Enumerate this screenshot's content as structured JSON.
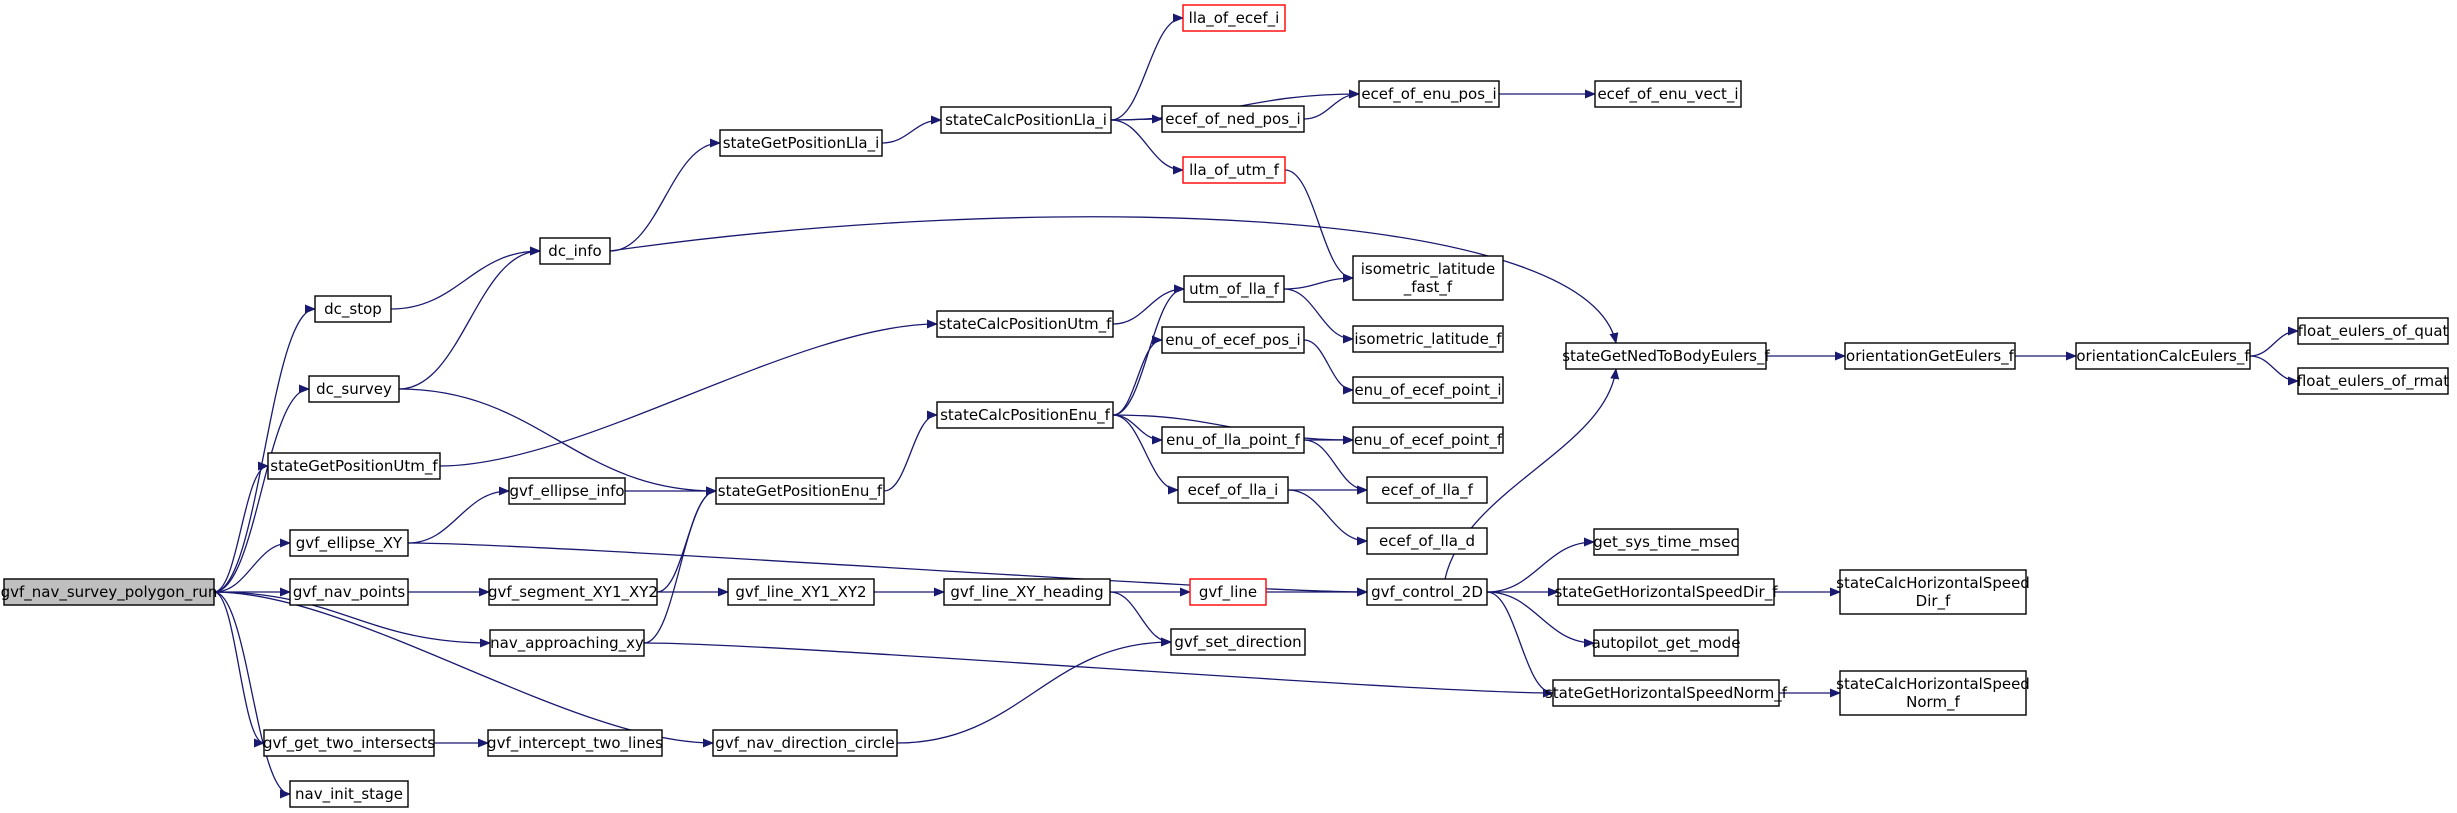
{
  "nodes": [
    {
      "id": "root",
      "lines": [
        "gvf_nav_survey_polygon_run"
      ],
      "style": "root"
    },
    {
      "id": "dc_stop",
      "lines": [
        "dc_stop"
      ]
    },
    {
      "id": "dc_survey",
      "lines": [
        "dc_survey"
      ]
    },
    {
      "id": "stateGetPositionUtm_f",
      "lines": [
        "stateGetPositionUtm_f"
      ]
    },
    {
      "id": "gvf_ellipse_XY",
      "lines": [
        "gvf_ellipse_XY"
      ]
    },
    {
      "id": "gvf_nav_points",
      "lines": [
        "gvf_nav_points"
      ]
    },
    {
      "id": "nav_approaching_xy",
      "lines": [
        "nav_approaching_xy"
      ]
    },
    {
      "id": "gvf_get_two_intersects",
      "lines": [
        "gvf_get_two_intersects"
      ]
    },
    {
      "id": "nav_init_stage",
      "lines": [
        "nav_init_stage"
      ]
    },
    {
      "id": "dc_info",
      "lines": [
        "dc_info"
      ]
    },
    {
      "id": "stateGetPositionLla_i",
      "lines": [
        "stateGetPositionLla_i"
      ]
    },
    {
      "id": "stateCalcPositionLla_i",
      "lines": [
        "stateCalcPositionLla_i"
      ]
    },
    {
      "id": "lla_of_ecef_i",
      "lines": [
        "lla_of_ecef_i"
      ],
      "style": "red"
    },
    {
      "id": "ecef_of_enu_pos_i",
      "lines": [
        "ecef_of_enu_pos_i"
      ]
    },
    {
      "id": "ecef_of_enu_vect_i",
      "lines": [
        "ecef_of_enu_vect_i"
      ]
    },
    {
      "id": "ecef_of_ned_pos_i",
      "lines": [
        "ecef_of_ned_pos_i"
      ]
    },
    {
      "id": "lla_of_utm_f",
      "lines": [
        "lla_of_utm_f"
      ],
      "style": "red"
    },
    {
      "id": "isometric_latitude_fast_f",
      "lines": [
        "isometric_latitude",
        "_fast_f"
      ]
    },
    {
      "id": "isometric_latitude_f",
      "lines": [
        "isometric_latitude_f"
      ]
    },
    {
      "id": "stateCalcPositionUtm_f",
      "lines": [
        "stateCalcPositionUtm_f"
      ]
    },
    {
      "id": "utm_of_lla_f",
      "lines": [
        "utm_of_lla_f"
      ]
    },
    {
      "id": "enu_of_ecef_pos_i",
      "lines": [
        "enu_of_ecef_pos_i"
      ]
    },
    {
      "id": "enu_of_ecef_point_i",
      "lines": [
        "enu_of_ecef_point_i"
      ]
    },
    {
      "id": "stateCalcPositionEnu_f",
      "lines": [
        "stateCalcPositionEnu_f"
      ]
    },
    {
      "id": "enu_of_ecef_point_f",
      "lines": [
        "enu_of_ecef_point_f"
      ]
    },
    {
      "id": "enu_of_lla_point_f",
      "lines": [
        "enu_of_lla_point_f"
      ]
    },
    {
      "id": "ecef_of_lla_f",
      "lines": [
        "ecef_of_lla_f"
      ]
    },
    {
      "id": "ecef_of_lla_i",
      "lines": [
        "ecef_of_lla_i"
      ]
    },
    {
      "id": "ecef_of_lla_d",
      "lines": [
        "ecef_of_lla_d"
      ]
    },
    {
      "id": "gvf_ellipse_info",
      "lines": [
        "gvf_ellipse_info"
      ]
    },
    {
      "id": "stateGetPositionEnu_f",
      "lines": [
        "stateGetPositionEnu_f"
      ]
    },
    {
      "id": "gvf_segment_XY1_XY2",
      "lines": [
        "gvf_segment_XY1_XY2"
      ]
    },
    {
      "id": "gvf_line_XY1_XY2",
      "lines": [
        "gvf_line_XY1_XY2"
      ]
    },
    {
      "id": "gvf_line_XY_heading",
      "lines": [
        "gvf_line_XY_heading"
      ]
    },
    {
      "id": "gvf_line",
      "lines": [
        "gvf_line"
      ],
      "style": "red"
    },
    {
      "id": "gvf_set_direction",
      "lines": [
        "gvf_set_direction"
      ]
    },
    {
      "id": "gvf_intercept_two_lines",
      "lines": [
        "gvf_intercept_two_lines"
      ]
    },
    {
      "id": "gvf_nav_direction_circle",
      "lines": [
        "gvf_nav_direction_circle"
      ]
    },
    {
      "id": "gvf_control_2D",
      "lines": [
        "gvf_control_2D"
      ]
    },
    {
      "id": "stateGetNedToBodyEulers_f",
      "lines": [
        "stateGetNedToBodyEulers_f"
      ]
    },
    {
      "id": "orientationGetEulers_f",
      "lines": [
        "orientationGetEulers_f"
      ]
    },
    {
      "id": "orientationCalcEulers_f",
      "lines": [
        "orientationCalcEulers_f"
      ]
    },
    {
      "id": "float_eulers_of_quat",
      "lines": [
        "float_eulers_of_quat"
      ]
    },
    {
      "id": "float_eulers_of_rmat",
      "lines": [
        "float_eulers_of_rmat"
      ]
    },
    {
      "id": "get_sys_time_msec",
      "lines": [
        "get_sys_time_msec"
      ]
    },
    {
      "id": "stateGetHorizontalSpeedDir_f",
      "lines": [
        "stateGetHorizontalSpeedDir_f"
      ]
    },
    {
      "id": "stateCalcHorizontalSpeedDir_f",
      "lines": [
        "stateCalcHorizontalSpeed",
        "Dir_f"
      ]
    },
    {
      "id": "autopilot_get_mode",
      "lines": [
        "autopilot_get_mode"
      ]
    },
    {
      "id": "stateGetHorizontalSpeedNorm_f",
      "lines": [
        "stateGetHorizontalSpeedNorm_f"
      ]
    },
    {
      "id": "stateCalcHorizontalSpeedNorm_f",
      "lines": [
        "stateCalcHorizontalSpeed",
        "Norm_f"
      ]
    }
  ],
  "edges": [
    [
      "root",
      "dc_stop"
    ],
    [
      "root",
      "dc_survey"
    ],
    [
      "root",
      "stateGetPositionUtm_f"
    ],
    [
      "root",
      "gvf_ellipse_XY"
    ],
    [
      "root",
      "gvf_nav_points"
    ],
    [
      "root",
      "nav_approaching_xy"
    ],
    [
      "root",
      "gvf_nav_direction_circle"
    ],
    [
      "root",
      "gvf_get_two_intersects"
    ],
    [
      "root",
      "nav_init_stage"
    ],
    [
      "dc_stop",
      "dc_info"
    ],
    [
      "dc_survey",
      "dc_info"
    ],
    [
      "dc_survey",
      "stateGetPositionEnu_f"
    ],
    [
      "dc_info",
      "stateGetPositionLla_i"
    ],
    [
      "dc_info",
      "stateGetNedToBodyEulers_f"
    ],
    [
      "stateGetPositionLla_i",
      "stateCalcPositionLla_i"
    ],
    [
      "stateCalcPositionLla_i",
      "lla_of_ecef_i"
    ],
    [
      "stateCalcPositionLla_i",
      "ecef_of_enu_pos_i"
    ],
    [
      "stateCalcPositionLla_i",
      "ecef_of_ned_pos_i"
    ],
    [
      "stateCalcPositionLla_i",
      "lla_of_utm_f"
    ],
    [
      "ecef_of_ned_pos_i",
      "ecef_of_enu_pos_i"
    ],
    [
      "ecef_of_enu_pos_i",
      "ecef_of_enu_vect_i"
    ],
    [
      "lla_of_utm_f",
      "isometric_latitude_fast_f"
    ],
    [
      "stateGetPositionUtm_f",
      "stateCalcPositionUtm_f"
    ],
    [
      "stateCalcPositionUtm_f",
      "utm_of_lla_f"
    ],
    [
      "utm_of_lla_f",
      "isometric_latitude_fast_f"
    ],
    [
      "utm_of_lla_f",
      "isometric_latitude_f"
    ],
    [
      "gvf_ellipse_XY",
      "gvf_ellipse_info"
    ],
    [
      "gvf_ellipse_XY",
      "gvf_control_2D"
    ],
    [
      "gvf_ellipse_info",
      "stateGetPositionEnu_f"
    ],
    [
      "stateGetPositionEnu_f",
      "stateCalcPositionEnu_f"
    ],
    [
      "stateCalcPositionEnu_f",
      "utm_of_lla_f"
    ],
    [
      "stateCalcPositionEnu_f",
      "enu_of_ecef_pos_i"
    ],
    [
      "stateCalcPositionEnu_f",
      "enu_of_ecef_point_f"
    ],
    [
      "stateCalcPositionEnu_f",
      "enu_of_lla_point_f"
    ],
    [
      "stateCalcPositionEnu_f",
      "ecef_of_lla_i"
    ],
    [
      "enu_of_ecef_pos_i",
      "enu_of_ecef_point_i"
    ],
    [
      "enu_of_lla_point_f",
      "enu_of_ecef_point_f"
    ],
    [
      "enu_of_lla_point_f",
      "ecef_of_lla_f"
    ],
    [
      "ecef_of_lla_i",
      "ecef_of_lla_f"
    ],
    [
      "ecef_of_lla_i",
      "ecef_of_lla_d"
    ],
    [
      "gvf_nav_points",
      "gvf_segment_XY1_XY2"
    ],
    [
      "gvf_segment_XY1_XY2",
      "stateGetPositionEnu_f"
    ],
    [
      "gvf_segment_XY1_XY2",
      "gvf_line_XY1_XY2"
    ],
    [
      "gvf_line_XY1_XY2",
      "gvf_line_XY_heading"
    ],
    [
      "gvf_line_XY_heading",
      "gvf_line"
    ],
    [
      "gvf_line_XY_heading",
      "gvf_set_direction"
    ],
    [
      "gvf_line",
      "gvf_control_2D"
    ],
    [
      "nav_approaching_xy",
      "stateGetPositionEnu_f"
    ],
    [
      "nav_approaching_xy",
      "stateGetHorizontalSpeedNorm_f"
    ],
    [
      "gvf_get_two_intersects",
      "gvf_intercept_two_lines"
    ],
    [
      "gvf_nav_direction_circle",
      "gvf_set_direction"
    ],
    [
      "gvf_control_2D",
      "stateGetNedToBodyEulers_f"
    ],
    [
      "gvf_control_2D",
      "get_sys_time_msec"
    ],
    [
      "gvf_control_2D",
      "stateGetHorizontalSpeedDir_f"
    ],
    [
      "gvf_control_2D",
      "autopilot_get_mode"
    ],
    [
      "gvf_control_2D",
      "stateGetHorizontalSpeedNorm_f"
    ],
    [
      "stateGetNedToBodyEulers_f",
      "orientationGetEulers_f"
    ],
    [
      "orientationGetEulers_f",
      "orientationCalcEulers_f"
    ],
    [
      "orientationCalcEulers_f",
      "float_eulers_of_quat"
    ],
    [
      "orientationCalcEulers_f",
      "float_eulers_of_rmat"
    ],
    [
      "stateGetHorizontalSpeedDir_f",
      "stateCalcHorizontalSpeedDir_f"
    ],
    [
      "stateGetHorizontalSpeedNorm_f",
      "stateCalcHorizontalSpeedNorm_f"
    ]
  ],
  "colors": {
    "edge": "#191970",
    "root_fill": "#bfbfbf",
    "highlight_border": "#ff0000"
  }
}
